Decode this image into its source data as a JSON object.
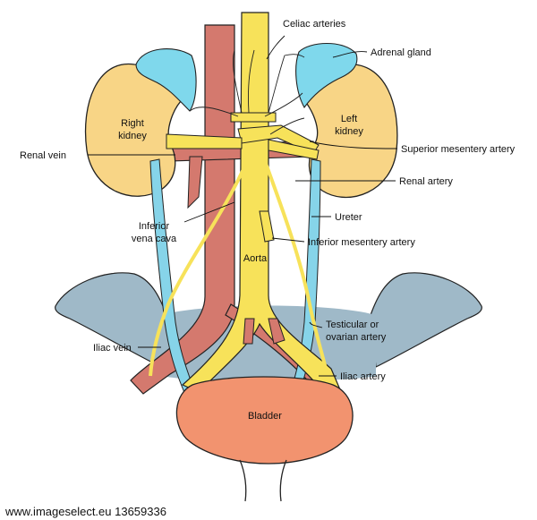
{
  "labels": {
    "celiac_arteries": "Celiac arteries",
    "adrenal_gland": "Adrenal gland",
    "right_kidney_1": "Right",
    "right_kidney_2": "kidney",
    "left_kidney_1": "Left",
    "left_kidney_2": "kidney",
    "renal_vein": "Renal vein",
    "superior_mesentery_artery": "Superior mesentery artery",
    "renal_artery": "Renal artery",
    "ureter": "Ureter",
    "inferior_vena_cava_1": "Inferior",
    "inferior_vena_cava_2": "vena cava",
    "inferior_mesentery_artery": "Inferior mesentery artery",
    "aorta": "Aorta",
    "testicular_1": "Testicular or",
    "testicular_2": "ovarian artery",
    "iliac_vein": "Iliac vein",
    "iliac_artery": "Iliac artery",
    "bladder": "Bladder"
  },
  "watermark": "www.imageselect.eu 13659336",
  "colors": {
    "kidney": "#F8D586",
    "adrenal": "#7FD8EC",
    "vein": "#D4796E",
    "artery": "#F7E25A",
    "ureter": "#86D4E9",
    "pelvis": "#9FB9C8",
    "bladder": "#F2936F",
    "outline": "#222222"
  }
}
